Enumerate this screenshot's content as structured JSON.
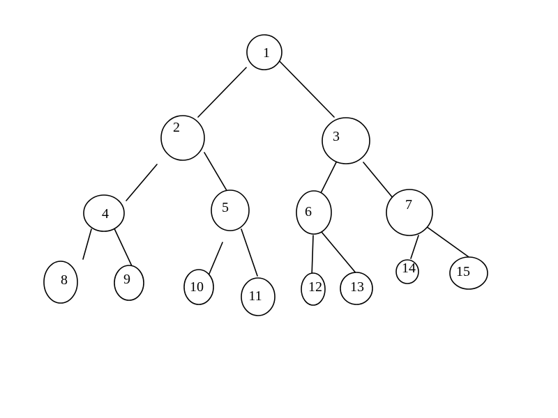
{
  "diagram": {
    "type": "binary-tree",
    "nodes": [
      {
        "id": "n1",
        "label": "1"
      },
      {
        "id": "n2",
        "label": "2"
      },
      {
        "id": "n3",
        "label": "3"
      },
      {
        "id": "n4",
        "label": "4"
      },
      {
        "id": "n5",
        "label": "5"
      },
      {
        "id": "n6",
        "label": "6"
      },
      {
        "id": "n7",
        "label": "7"
      },
      {
        "id": "n8",
        "label": "8"
      },
      {
        "id": "n9",
        "label": "9"
      },
      {
        "id": "n10",
        "label": "10"
      },
      {
        "id": "n11",
        "label": "11"
      },
      {
        "id": "n12",
        "label": "12"
      },
      {
        "id": "n13",
        "label": "13"
      },
      {
        "id": "n14",
        "label": "14"
      },
      {
        "id": "n15",
        "label": "15"
      }
    ],
    "edges": [
      {
        "from": "n1",
        "to": "n2"
      },
      {
        "from": "n1",
        "to": "n3"
      },
      {
        "from": "n2",
        "to": "n4"
      },
      {
        "from": "n2",
        "to": "n5"
      },
      {
        "from": "n3",
        "to": "n6"
      },
      {
        "from": "n3",
        "to": "n7"
      },
      {
        "from": "n4",
        "to": "n8"
      },
      {
        "from": "n4",
        "to": "n9"
      },
      {
        "from": "n5",
        "to": "n10"
      },
      {
        "from": "n5",
        "to": "n11"
      },
      {
        "from": "n6",
        "to": "n12"
      },
      {
        "from": "n6",
        "to": "n13"
      },
      {
        "from": "n7",
        "to": "n14"
      },
      {
        "from": "n7",
        "to": "n15"
      }
    ]
  }
}
